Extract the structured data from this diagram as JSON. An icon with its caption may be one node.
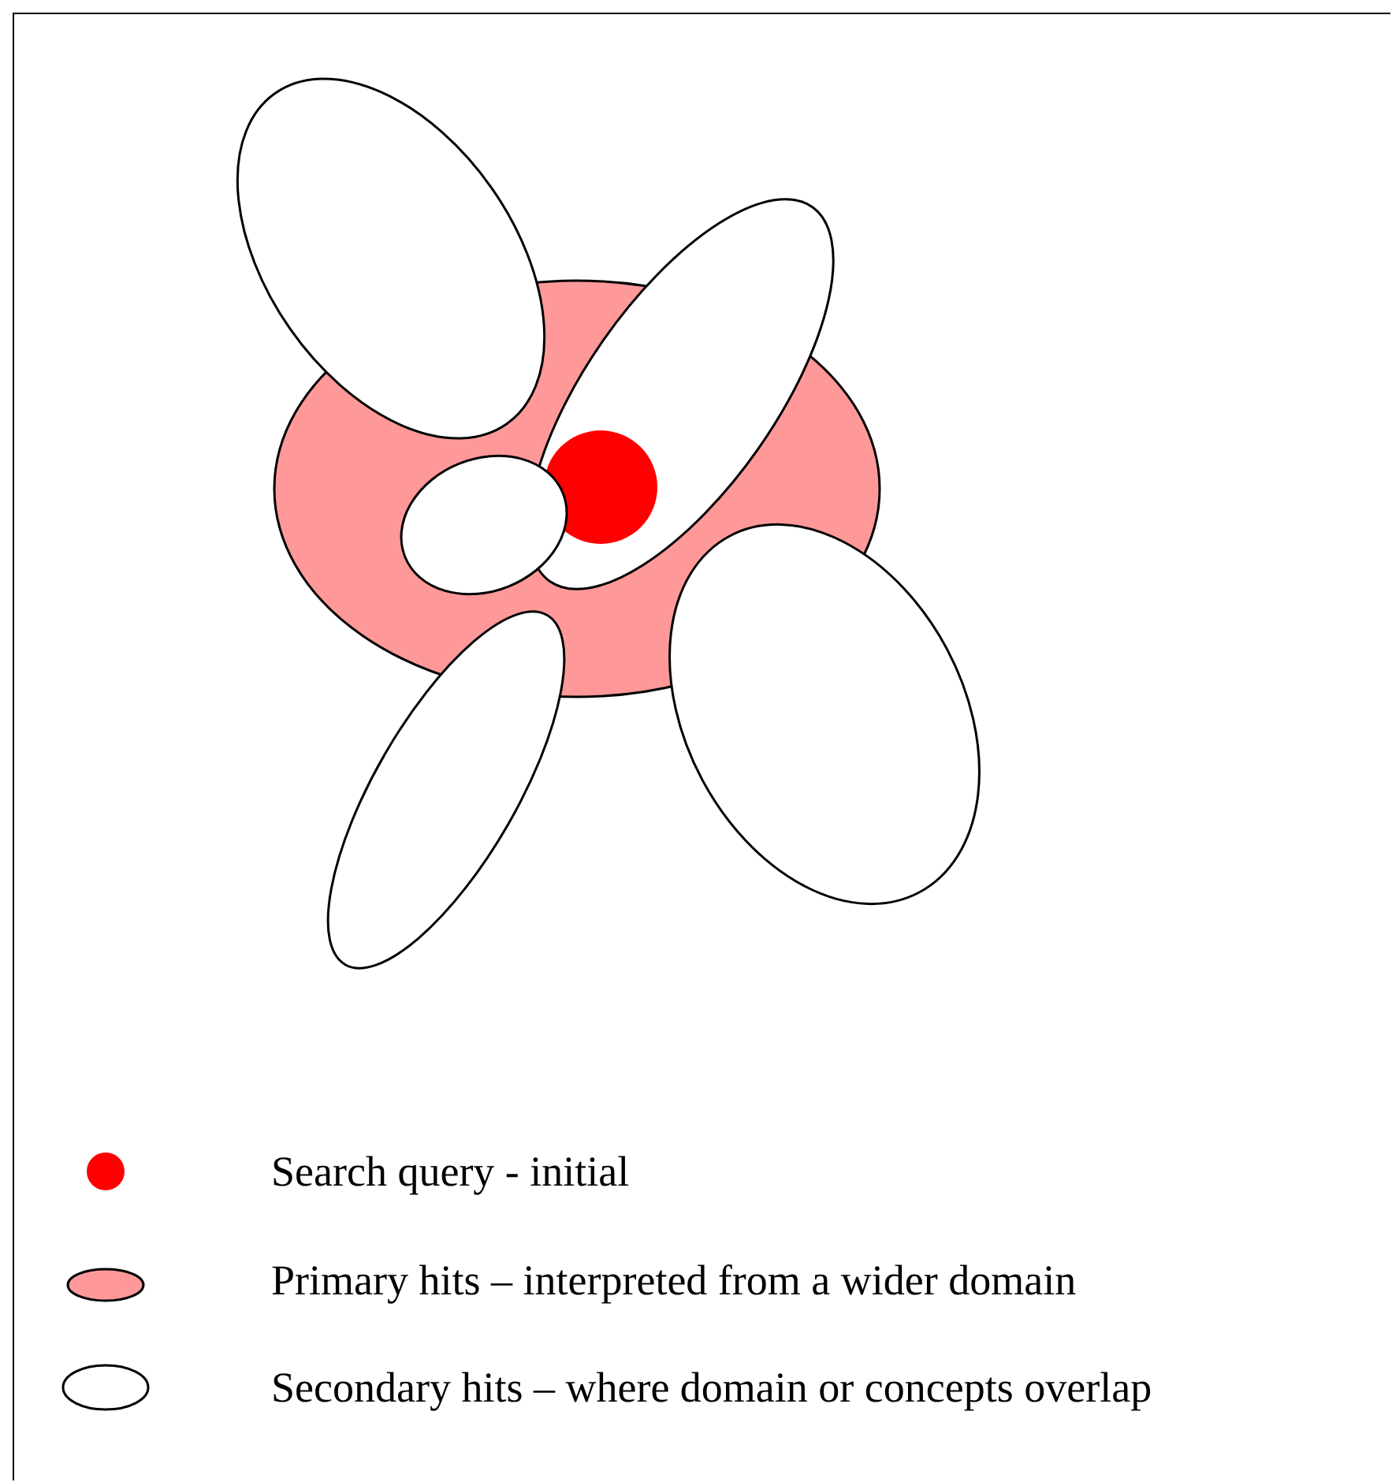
{
  "diagram": {
    "legend": [
      {
        "text": "Search query - initial",
        "color": "#ff0000"
      },
      {
        "text": "Primary hits – interpreted from a wider domain",
        "color": "#ff9999"
      },
      {
        "text": "Secondary hits – where domain or concepts overlap",
        "color": "#ffffff"
      }
    ]
  }
}
